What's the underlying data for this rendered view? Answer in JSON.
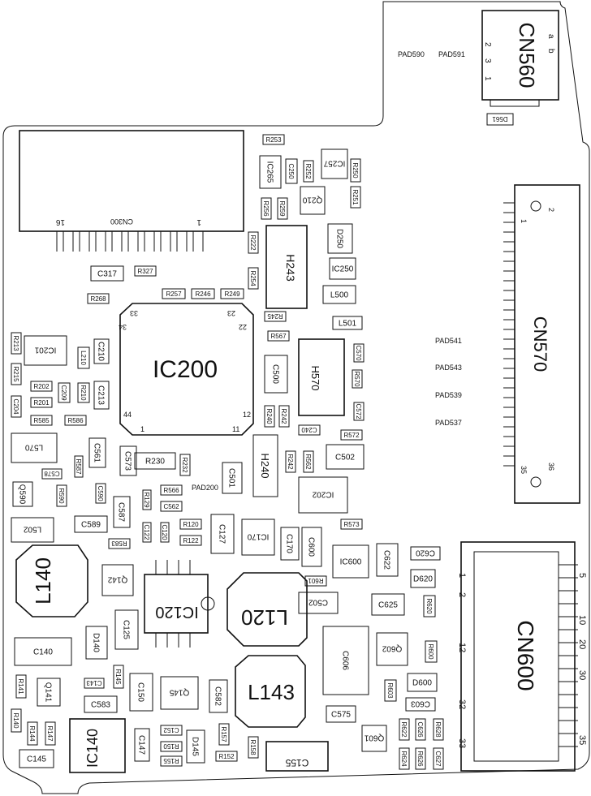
{
  "board": {
    "ic200": {
      "label": "IC200",
      "p33": "33",
      "p23": "23",
      "p34": "34",
      "p22": "22",
      "p44": "44",
      "p12": "12",
      "p1": "1",
      "p11": "11"
    },
    "cn300": {
      "label": "CN300",
      "p16": "16",
      "p1": "1"
    },
    "cn560": {
      "label": "CN560",
      "p1": "1",
      "p2": "2",
      "p3": "3",
      "pa": "a",
      "pb": "b"
    },
    "cn570": {
      "label": "CN570",
      "p1": "1",
      "p2": "2",
      "p35": "35",
      "p36": "36"
    },
    "cn600": {
      "label": "CN600",
      "pins": [
        "1",
        "5",
        "2",
        "10",
        "12",
        "20",
        "30",
        "32",
        "33",
        "35"
      ]
    },
    "big": {
      "l140": "L140",
      "l120": "L120",
      "l143": "L143",
      "ic120": "IC120",
      "ic140": "IC140",
      "c155": "C155",
      "h243": "H243",
      "h240": "H240",
      "h570": "H570"
    },
    "pads": {
      "pad590": "PAD590",
      "pad591": "PAD591",
      "pad541": "PAD541",
      "pad543": "PAD543",
      "pad539": "PAD539",
      "pad537": "PAD537",
      "pad200": "PAD200"
    },
    "comp": {
      "c317": "C317",
      "r327": "R327",
      "r268": "R268",
      "r253": "R253",
      "ic265": "IC265",
      "c250": "C250",
      "r252": "R252",
      "ic257": "IC257",
      "r250": "R250",
      "q210": "Q210",
      "r251": "R251",
      "r256": "R256",
      "r259": "R259",
      "d250": "D250",
      "ic250": "IC250",
      "r222": "R222",
      "r254": "R254",
      "r257": "R257",
      "r246": "R246",
      "r249": "R249",
      "l500": "L500",
      "l501": "L501",
      "r245": "R245",
      "r567": "R567",
      "c500": "C500",
      "c570": "C570",
      "r570": "R570",
      "c572": "C572",
      "r240": "R240",
      "r242": "R242",
      "c240": "C240",
      "r572": "R572",
      "c502": "C502",
      "r242b": "R242",
      "r562": "R562",
      "ic202": "IC202",
      "r573": "R573",
      "r213": "R213",
      "ic201": "IC201",
      "l210": "L210",
      "c210": "C210",
      "r215": "R215",
      "r202": "R202",
      "c209": "C209",
      "r210": "R210",
      "c213": "C213",
      "c204": "C204",
      "r201": "R201",
      "r585": "R585",
      "r586": "R586",
      "l570": "L570",
      "c561": "C561",
      "c573": "C573",
      "r230": "R230",
      "r232": "R232",
      "c501": "C501",
      "r587": "R587",
      "c578": "C578",
      "q590": "Q590",
      "r590": "R590",
      "c590": "C590",
      "r566": "R566",
      "r129": "R129",
      "c562": "C562",
      "c587": "C587",
      "l502": "L502",
      "c589": "C589",
      "r583": "R583",
      "c122": "C122",
      "c120": "C120",
      "r120": "R120",
      "r122": "R122",
      "c127": "C127",
      "ic170": "IC170",
      "c170": "C170",
      "c600": "C600",
      "ic600": "IC600",
      "c622": "C622",
      "c620": "C620",
      "d620": "D620",
      "r601": "R601",
      "q142": "Q142",
      "c502b": "C502",
      "c625": "C625",
      "r620": "R620",
      "c125": "C125",
      "d140": "D140",
      "c140": "C140",
      "c606": "C606",
      "q602": "Q602",
      "r600": "R600",
      "r603": "R603",
      "d600": "D600",
      "c603": "C603",
      "r141": "R141",
      "q141": "Q141",
      "c143": "C143",
      "r145": "R145",
      "c150": "C150",
      "q145": "Q145",
      "c582": "C582",
      "c583": "C583",
      "c575": "C575",
      "r140": "R140",
      "r144": "R144",
      "r147": "R147",
      "c147": "C147",
      "c152": "C152",
      "d145": "D145",
      "r157": "R157",
      "r150": "R150",
      "r155": "R155",
      "r152": "R152",
      "r158": "R158",
      "q601": "Q601",
      "r622": "R622",
      "c626": "C626",
      "r628": "R628",
      "r624": "R624",
      "r626": "R626",
      "c627": "C627",
      "c145": "C145",
      "d561": "D561"
    }
  }
}
